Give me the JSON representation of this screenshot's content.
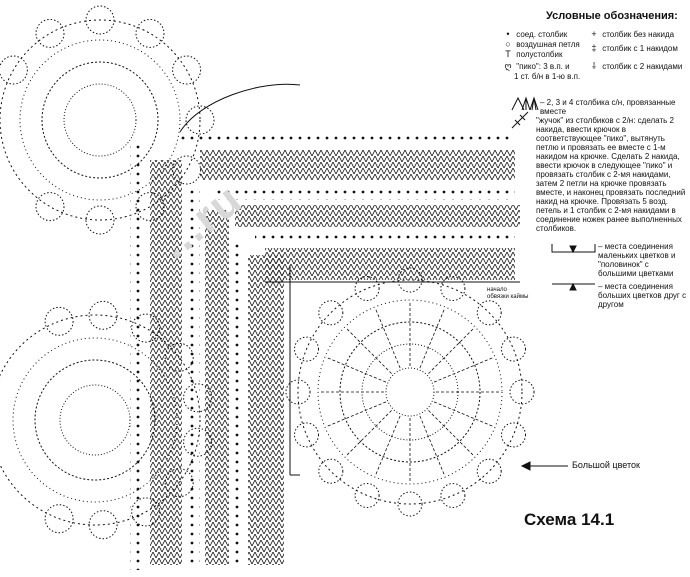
{
  "legend": {
    "title": "Условные обозначения:",
    "left_items": [
      {
        "icon": "dot-icon",
        "glyph": "•",
        "label": "соед. столбик"
      },
      {
        "icon": "oval-icon",
        "glyph": "○",
        "label": "воздушная петля"
      },
      {
        "icon": "t-icon",
        "glyph": "T",
        "label": "полустолбик"
      },
      {
        "icon": "picot-icon",
        "glyph": "ღ",
        "label": "\"пико\": 3 в.п. и"
      },
      {
        "icon": "",
        "glyph": "",
        "label": "1 ст. б/н в 1-ю в.п."
      }
    ],
    "right_items": [
      {
        "icon": "cross-icon",
        "glyph": "+",
        "label": "столбик без накида"
      },
      {
        "icon": "dc-icon",
        "glyph": "‡",
        "label": "столбик с 1 накидом"
      },
      {
        "icon": "tr-icon",
        "glyph": "⸸",
        "label": "столбик с 2 накидами"
      }
    ],
    "cluster": "– 2, 3 и 4 столбика с/н, провязанные вместе",
    "puff": "\"жучок\" из столбиков с 2/н: сделать 2 накида, ввести крючок в соответствующее \"пико\", вытянуть петлю и провязать ее вместе с 1-м накидом на крючке. Сделать 2 накида, ввести крючок в следующее \"пико\" и провязать столбик с 2-мя накидами, затем 2 петли на крючке провязать вместе, и наконец провязать последний накид на крючке. Провязать 5 возд. петель и 1 столбик с 2-мя накидами в соединение ножек ранее выполненных столбиков.",
    "join_small": "– места соединения маленьких цветков и \"половинок\" с большими цветками",
    "join_big": "– места соединения больших цветков друг с другом"
  },
  "labels": {
    "big_flower": "Большой цветок",
    "schema": "Схема 14.1",
    "start": "начало обвязки каймы",
    "watermark": "...ru"
  }
}
